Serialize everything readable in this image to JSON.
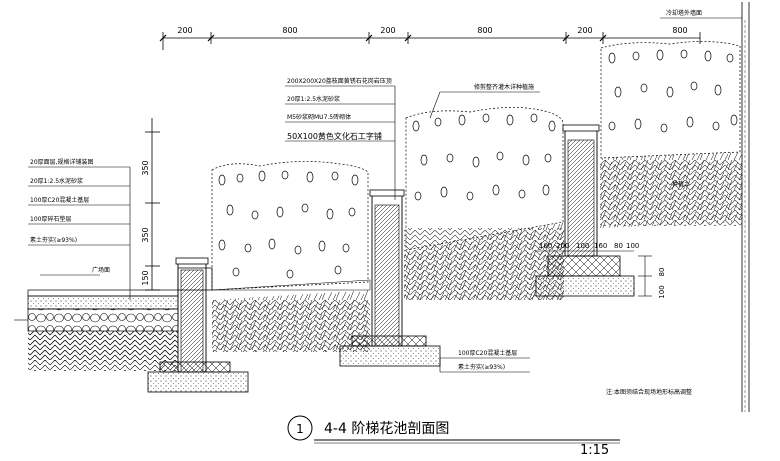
{
  "top_dimensions": [
    "200",
    "800",
    "200",
    "800",
    "200",
    "800"
  ],
  "top_right_note": "冷却塔外墙面",
  "left_dimensions": [
    "350",
    "350",
    "150"
  ],
  "left_labels": [
    "20厚面层,规格详铺装图",
    "20厚1:2.5水泥砂浆",
    "100厚C20混凝土基层",
    "100厚碎石垫层",
    "素土夯实(≥93%)",
    "广场面"
  ],
  "middle_labels": [
    "200X200X20荔枝面黄锈石花岗岩压顶",
    "20厚1:2.5水泥砂浆",
    "M5砂浆砌MU7.5砖砌体",
    "50X100黄色文化石工字铺"
  ],
  "plant_label": "修剪整齐灌木详种植施",
  "planting_soil": "种植土",
  "right_dimensions": [
    "100",
    "200",
    "100",
    "160",
    "80",
    "100",
    "80",
    "100"
  ],
  "bottom_labels": [
    "100厚C20混凝土基层",
    "素土夯实(≥93%)"
  ],
  "bottom_note": "注:本图须结合现场地形标高调整",
  "section_number": "1",
  "title": "4-4 阶梯花池剖面图",
  "scale": "1:15"
}
